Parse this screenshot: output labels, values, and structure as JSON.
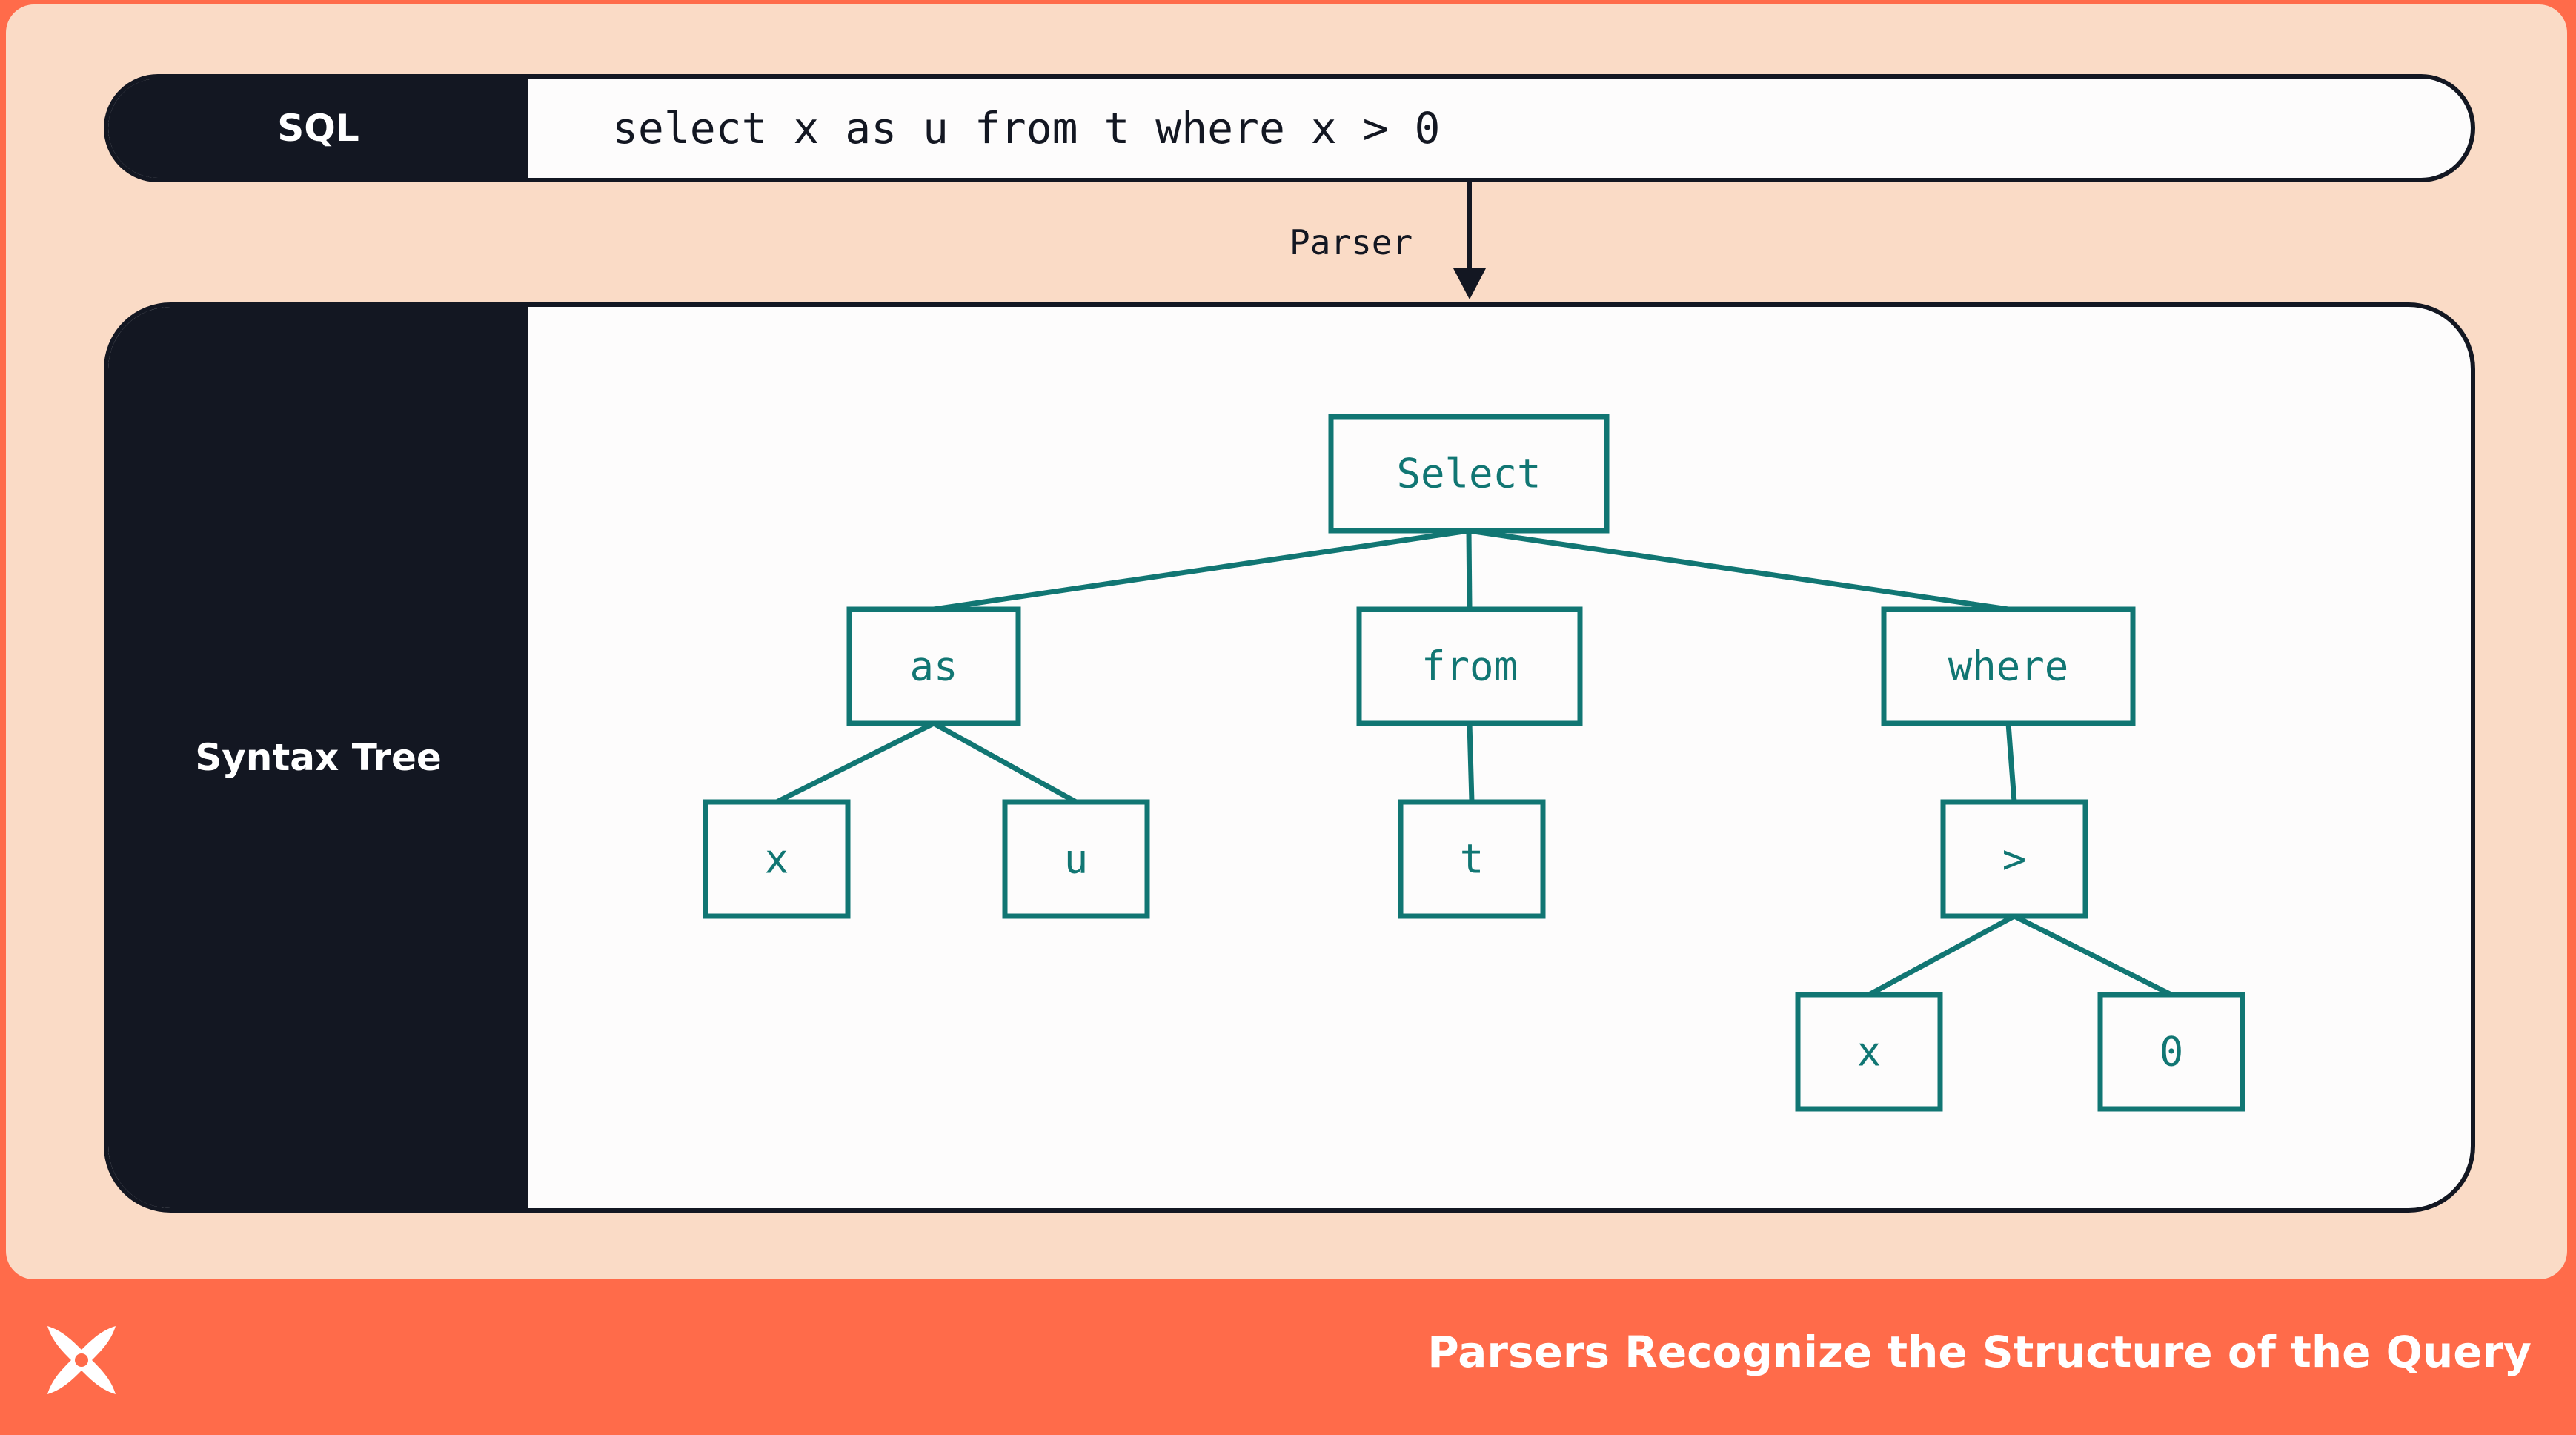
{
  "sql": {
    "label": "SQL",
    "query": "select x as u from t where x > 0"
  },
  "parser_label": "Parser",
  "syntax_tree": {
    "label": "Syntax Tree",
    "nodes": [
      {
        "id": "select",
        "label": "Select"
      },
      {
        "id": "as",
        "label": "as",
        "parent": "select"
      },
      {
        "id": "from",
        "label": "from",
        "parent": "select"
      },
      {
        "id": "where",
        "label": "where",
        "parent": "select"
      },
      {
        "id": "as_x",
        "label": "x",
        "parent": "as"
      },
      {
        "id": "as_u",
        "label": "u",
        "parent": "as"
      },
      {
        "id": "from_t",
        "label": "t",
        "parent": "from"
      },
      {
        "id": "gt",
        "label": ">",
        "parent": "where"
      },
      {
        "id": "gt_x",
        "label": "x",
        "parent": "gt"
      },
      {
        "id": "gt_0",
        "label": "0",
        "parent": "gt"
      }
    ]
  },
  "footer": {
    "title": "Parsers Recognize the Structure of the Query"
  },
  "colors": {
    "accent": "#ff6b4a",
    "card": "#fadbc6",
    "dark": "#131722",
    "teal": "#117673"
  },
  "icons": [
    "dbt-logo-icon"
  ]
}
